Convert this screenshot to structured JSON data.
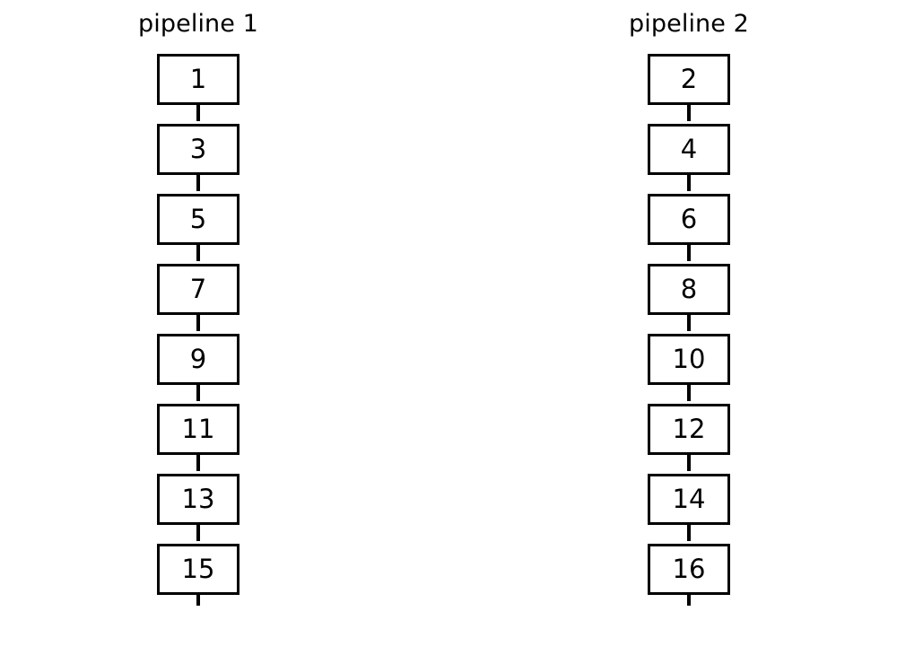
{
  "diagram": {
    "background_color": "#ffffff",
    "stroke_color": "#000000",
    "pipelines": [
      {
        "id": "pipeline-1",
        "title": "pipeline 1",
        "stages": [
          "1",
          "3",
          "5",
          "7",
          "9",
          "11",
          "13",
          "15"
        ]
      },
      {
        "id": "pipeline-2",
        "title": "pipeline 2",
        "stages": [
          "2",
          "4",
          "6",
          "8",
          "10",
          "12",
          "14",
          "16"
        ]
      }
    ]
  }
}
